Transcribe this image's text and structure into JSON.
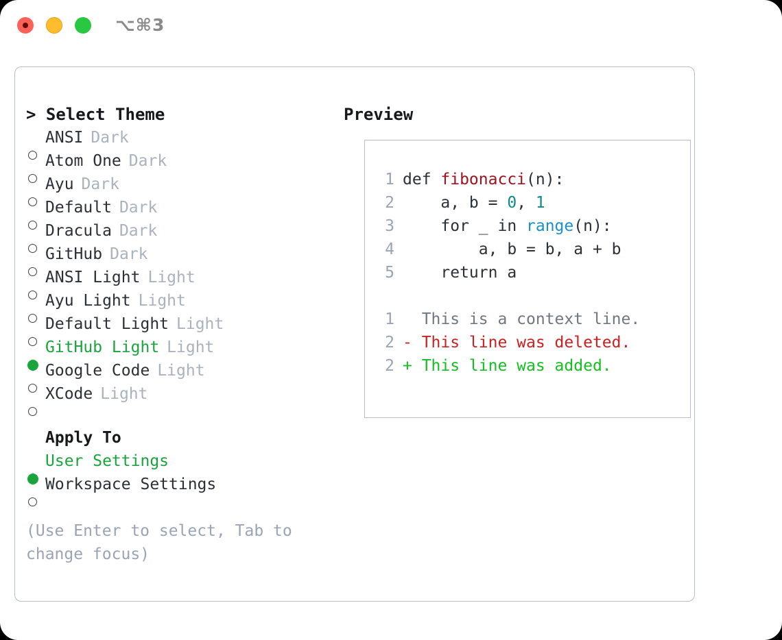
{
  "titlebar": {
    "shortcut": "⌥⌘3",
    "buttons": [
      {
        "name": "close",
        "color": "#ff6058"
      },
      {
        "name": "minimize",
        "color": "#ffbd2e"
      },
      {
        "name": "maximize",
        "color": "#28c840"
      }
    ]
  },
  "theme_panel": {
    "title": "> Select Theme",
    "options": [
      {
        "label": "ANSI",
        "tag": "Dark",
        "selected": false
      },
      {
        "label": "Atom One",
        "tag": "Dark",
        "selected": false
      },
      {
        "label": "Ayu",
        "tag": "Dark",
        "selected": false
      },
      {
        "label": "Default",
        "tag": "Dark",
        "selected": false
      },
      {
        "label": "Dracula",
        "tag": "Dark",
        "selected": false
      },
      {
        "label": "GitHub",
        "tag": "Dark",
        "selected": false
      },
      {
        "label": "ANSI Light",
        "tag": "Light",
        "selected": false
      },
      {
        "label": "Ayu Light",
        "tag": "Light",
        "selected": false
      },
      {
        "label": "Default Light",
        "tag": "Light",
        "selected": false
      },
      {
        "label": "GitHub Light",
        "tag": "Light",
        "selected": true
      },
      {
        "label": "Google Code",
        "tag": "Light",
        "selected": false
      },
      {
        "label": "XCode",
        "tag": "Light",
        "selected": false
      }
    ]
  },
  "apply_to": {
    "title": "Apply To",
    "options": [
      {
        "label": "User Settings",
        "selected": true
      },
      {
        "label": "Workspace Settings",
        "selected": false
      }
    ]
  },
  "hint": "(Use Enter to select, Tab to change focus)",
  "preview": {
    "title": "Preview",
    "code_lines": [
      {
        "no": "1",
        "segments": [
          {
            "text": "def ",
            "tok": "plain"
          },
          {
            "text": "fibonacci",
            "tok": "fn"
          },
          {
            "text": "(n):",
            "tok": "plain"
          }
        ]
      },
      {
        "no": "2",
        "segments": [
          {
            "text": "    a, b = ",
            "tok": "plain"
          },
          {
            "text": "0",
            "tok": "num"
          },
          {
            "text": ", ",
            "tok": "plain"
          },
          {
            "text": "1",
            "tok": "num"
          }
        ]
      },
      {
        "no": "3",
        "segments": [
          {
            "text": "    for _ in ",
            "tok": "plain"
          },
          {
            "text": "range",
            "tok": "call"
          },
          {
            "text": "(n):",
            "tok": "plain"
          }
        ]
      },
      {
        "no": "4",
        "segments": [
          {
            "text": "        a, b = b, a + b",
            "tok": "plain"
          }
        ]
      },
      {
        "no": "5",
        "segments": [
          {
            "text": "    return a",
            "tok": "plain"
          }
        ]
      }
    ],
    "diff_lines": [
      {
        "no": "1",
        "kind": "context",
        "text": "  This is a context line."
      },
      {
        "no": "2",
        "kind": "delete",
        "text": "- This line was deleted."
      },
      {
        "no": "2",
        "kind": "add",
        "text": "+ This line was added."
      }
    ]
  },
  "colors": {
    "selected_green": "#19a53c",
    "tag_gray": "#aab2bd",
    "hint_gray": "#9aa4b4",
    "border": "#b5bdca",
    "diff_add": "#14c020",
    "diff_delete": "#cc1f1f",
    "diff_context": "#6f7781",
    "syntax_function": "#a0121f",
    "syntax_number": "#0d8b86",
    "syntax_call": "#1a8fd0"
  }
}
